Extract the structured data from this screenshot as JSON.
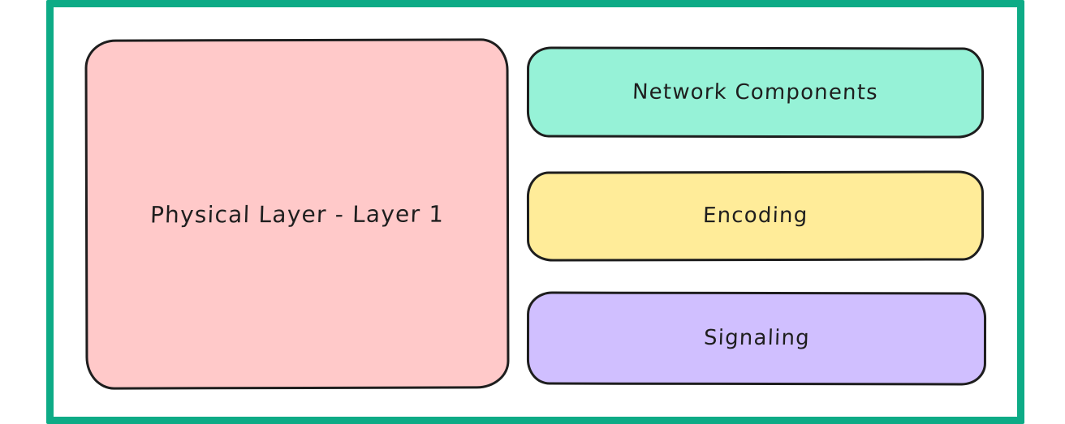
{
  "page": {
    "background_color": "#ffffff"
  },
  "frame": {
    "border_color": "#0dab86"
  },
  "diagram": {
    "stroke_color": "#1e1e1e",
    "text_color": "#1e1e1e",
    "main_node": {
      "label": "Physical Layer - Layer 1",
      "fill": "#ffc9c9"
    },
    "sub_nodes": [
      {
        "label": "Network Components",
        "fill": "#96f2d7"
      },
      {
        "label": "Encoding",
        "fill": "#ffec99"
      },
      {
        "label": "Signaling",
        "fill": "#d0bfff"
      }
    ]
  }
}
